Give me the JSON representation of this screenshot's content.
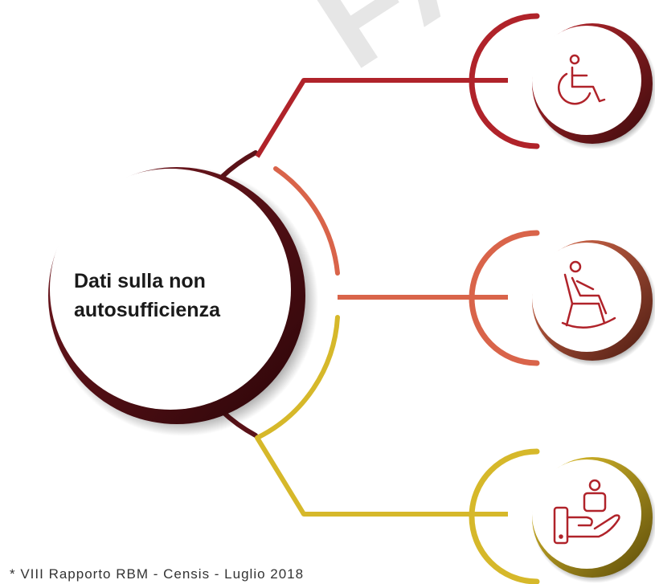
{
  "watermark": "FA",
  "center": {
    "title_line1": "Dati sulla non",
    "title_line2": "autosufficienza"
  },
  "branches": [
    {
      "icon": "wheelchair-icon",
      "color": "#b0232a"
    },
    {
      "icon": "rocking-chair-icon",
      "color": "#d9644a"
    },
    {
      "icon": "hand-care-icon",
      "color": "#d6b82a"
    }
  ],
  "colors": {
    "dark_maroon": "#5a1218",
    "red": "#b0232a",
    "orange": "#d9644a",
    "yellow": "#d6b82a"
  },
  "footnote": "* VIII Rapporto RBM - Censis - Luglio 2018"
}
